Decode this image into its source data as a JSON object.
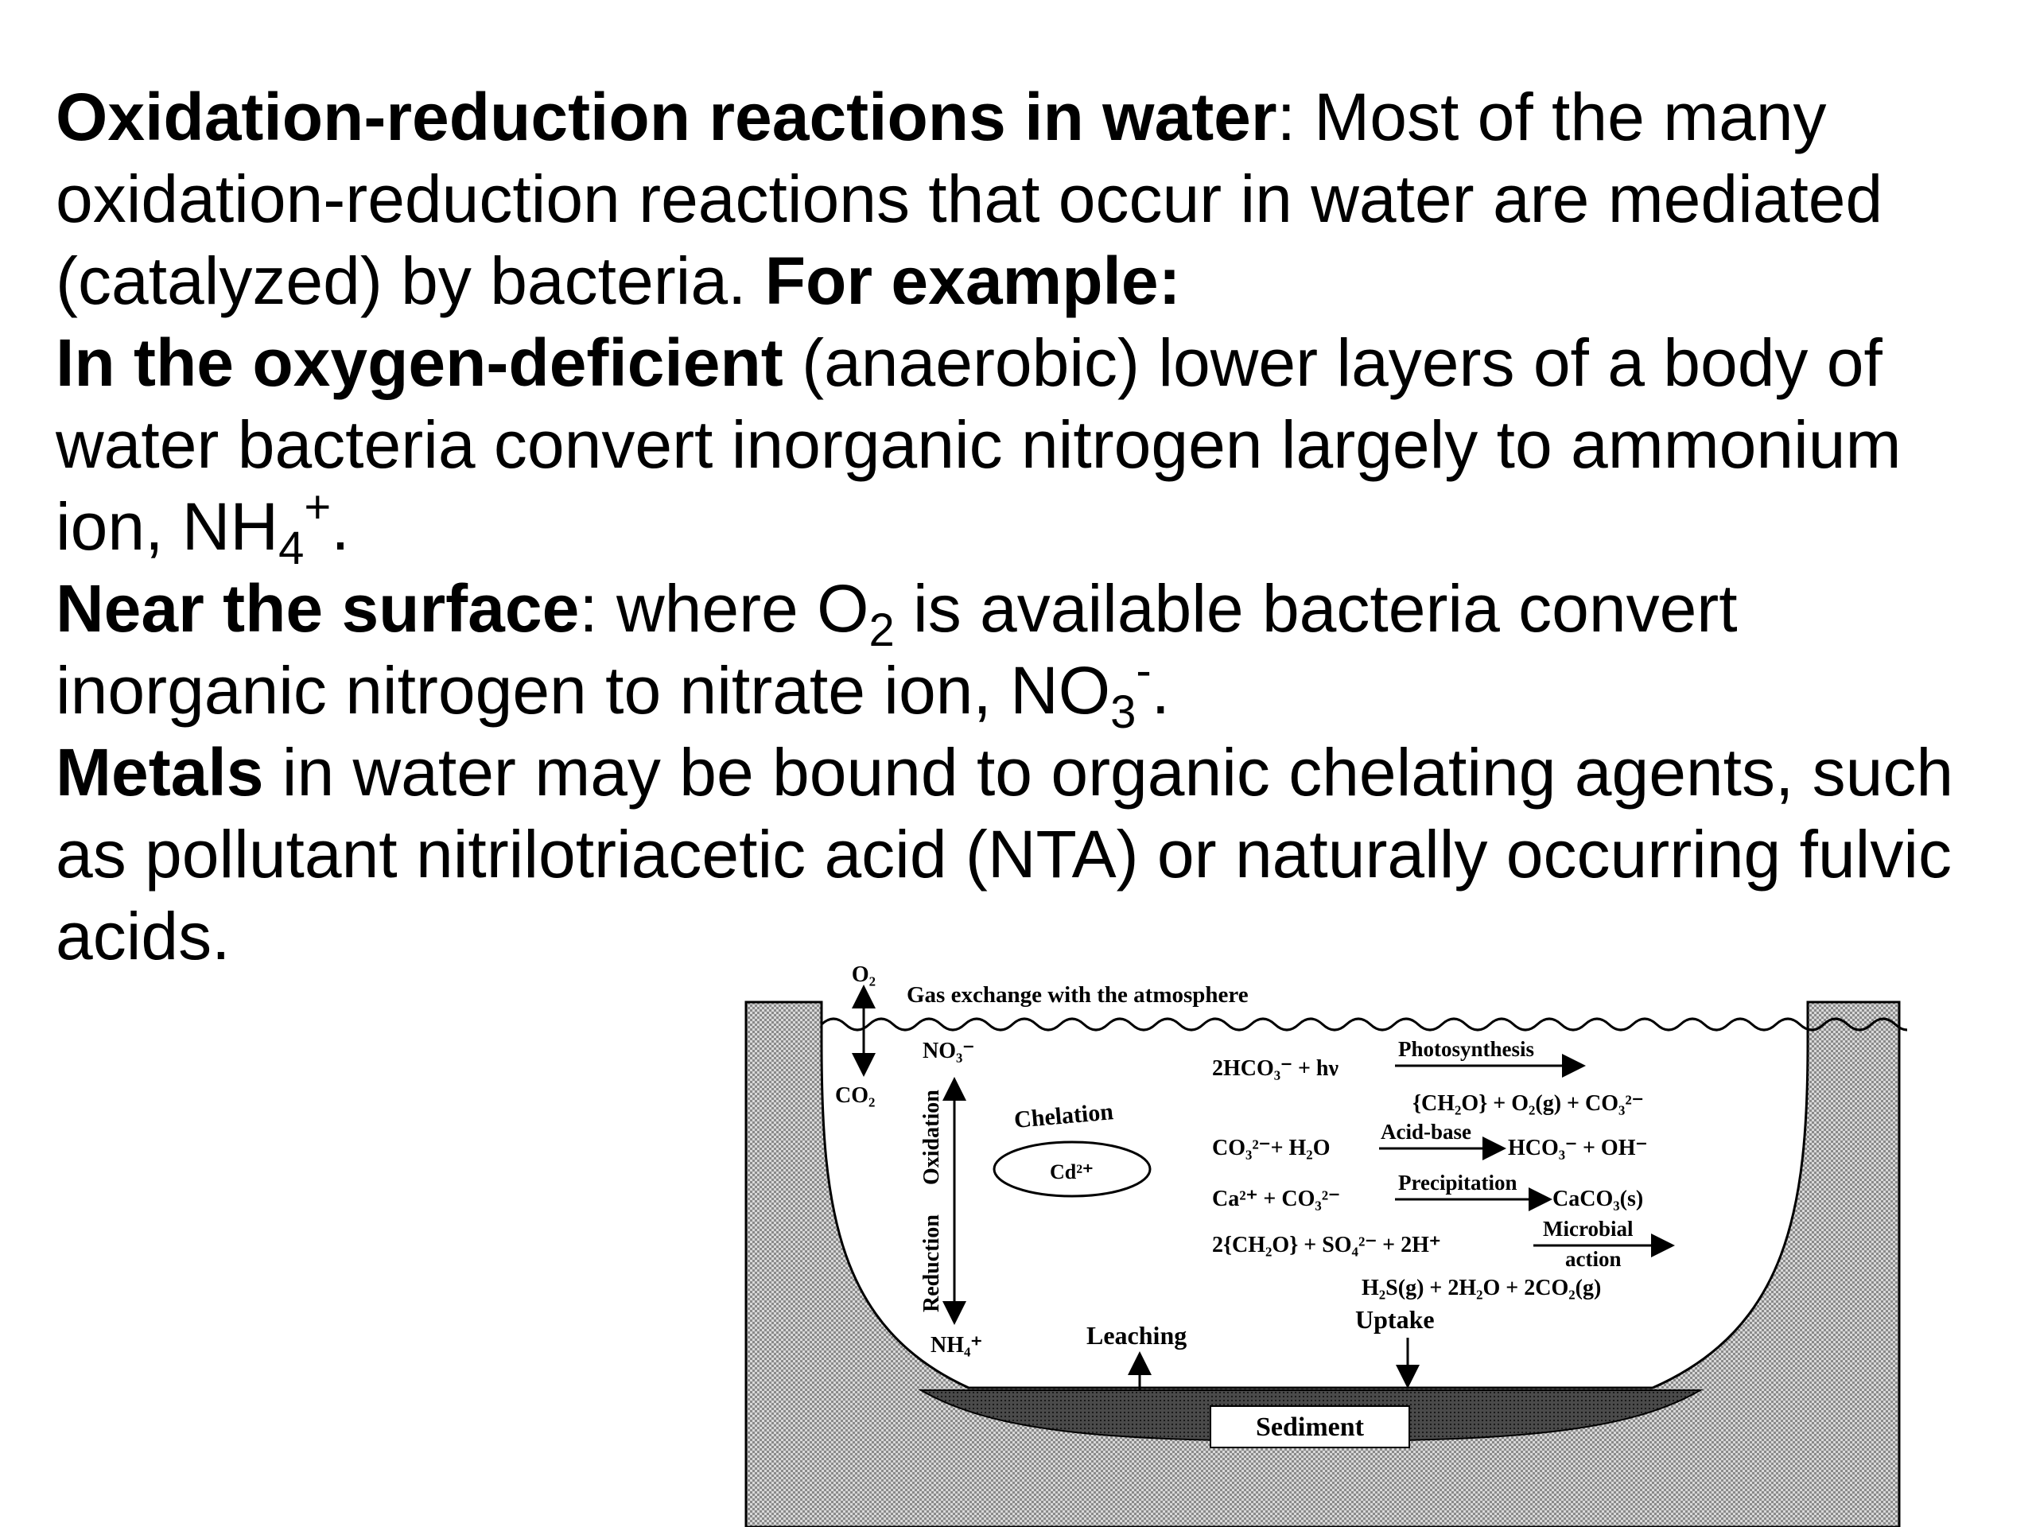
{
  "para1": {
    "bold": "Oxidation-reduction reactions in water",
    "text": ": Most of the many oxidation-reduction reactions that occur in water are mediated (catalyzed) by bacteria.  ",
    "bold2": "For example:"
  },
  "para2": {
    "bold": "In the oxygen-deficient",
    "text": " (anaerobic) lower layers of a body of water bacteria convert inorganic nitrogen largely to ammonium ion, NH",
    "sub": "4",
    "sup": "+",
    "end": "."
  },
  "para3": {
    "bold": "Near the surface",
    "text_a": ": where O",
    "sub_a": "2",
    "text_b": " is available bacteria convert inorganic nitrogen to nitrate ion, NO",
    "sub_b": "3",
    "sup_b": "-",
    "end": "."
  },
  "para4": {
    "bold": "Metals",
    "text": " in water may be bound to organic chelating agents, such as pollutant nitrilotriacetic acid (NTA) or naturally occurring fulvic acids."
  },
  "figure": {
    "o2": "O₂",
    "gas_exchange": "Gas exchange with the atmosphere",
    "co2": "CO₂",
    "no3": "NO₃⁻",
    "oxidation": "Oxidation",
    "reduction": "Reduction",
    "nh4": "NH₄⁺",
    "chelation": "Chelation",
    "cd": "Cd²⁺",
    "leaching": "Leaching",
    "uptake": "Uptake",
    "sediment": "Sediment",
    "eq1_left": "2HCO₃⁻ + hν",
    "eq1_label": "Photosynthesis",
    "eq1_right": "{CH₂O} + O₂(g) + CO₃²⁻",
    "eq2_left": "CO₃²⁻+ H₂O",
    "eq2_label": "Acid-base",
    "eq2_right": "HCO₃⁻ + OH⁻",
    "eq3_left": "Ca²⁺ + CO₃²⁻",
    "eq3_label": "Precipitation",
    "eq3_right": "CaCO₃(s)",
    "eq4_left": "2{CH₂O} + SO₄²⁻ + 2H⁺",
    "eq4_label_1": "Microbial",
    "eq4_label_2": "action",
    "eq4_right": "H₂S(g) + 2H₂O + 2CO₂(g)"
  }
}
